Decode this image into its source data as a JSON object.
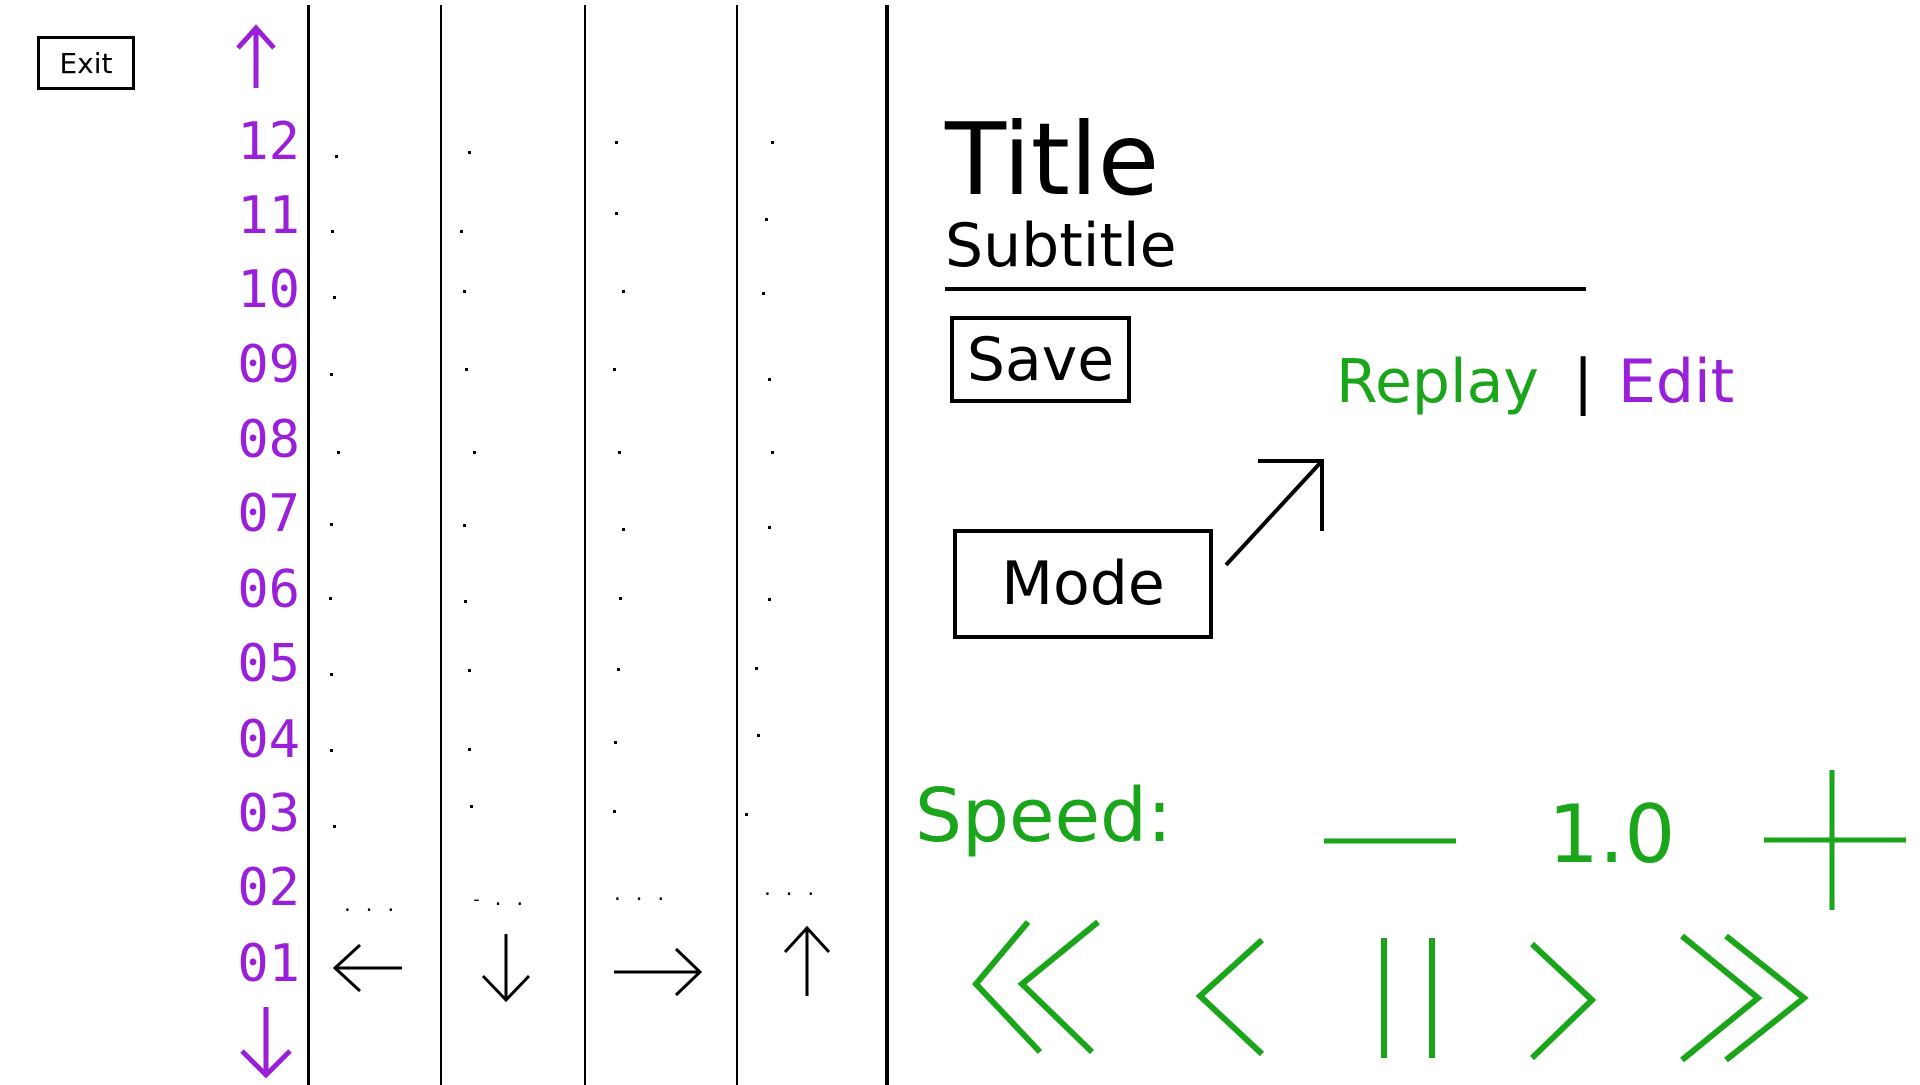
{
  "exit_label": "Exit",
  "rows": [
    "12",
    "11",
    "10",
    "09",
    "08",
    "07",
    "06",
    "05",
    "04",
    "03",
    "02",
    "01"
  ],
  "header": {
    "title": "Title",
    "subtitle": "Subtitle"
  },
  "buttons": {
    "save": "Save",
    "mode": "Mode"
  },
  "links": {
    "replay": "Replay",
    "separator": "|",
    "edit": "Edit"
  },
  "speed": {
    "label": "Speed:",
    "value": "1.0"
  },
  "colors": {
    "accent_green": "#1aa51a",
    "accent_purple": "#9a1fd8"
  },
  "icons": {
    "scroll_up": "arrow-up-icon",
    "scroll_down": "arrow-down-icon",
    "lane_arrows": [
      "arrow-left-icon",
      "arrow-down-icon",
      "arrow-right-icon",
      "arrow-up-icon"
    ],
    "mode_arrow": "arrow-up-right-icon",
    "speed_minus": "minus-icon",
    "speed_plus": "plus-icon",
    "transport": [
      "rewind-icon",
      "previous-icon",
      "pause-icon",
      "next-icon",
      "fast-forward-icon"
    ]
  }
}
